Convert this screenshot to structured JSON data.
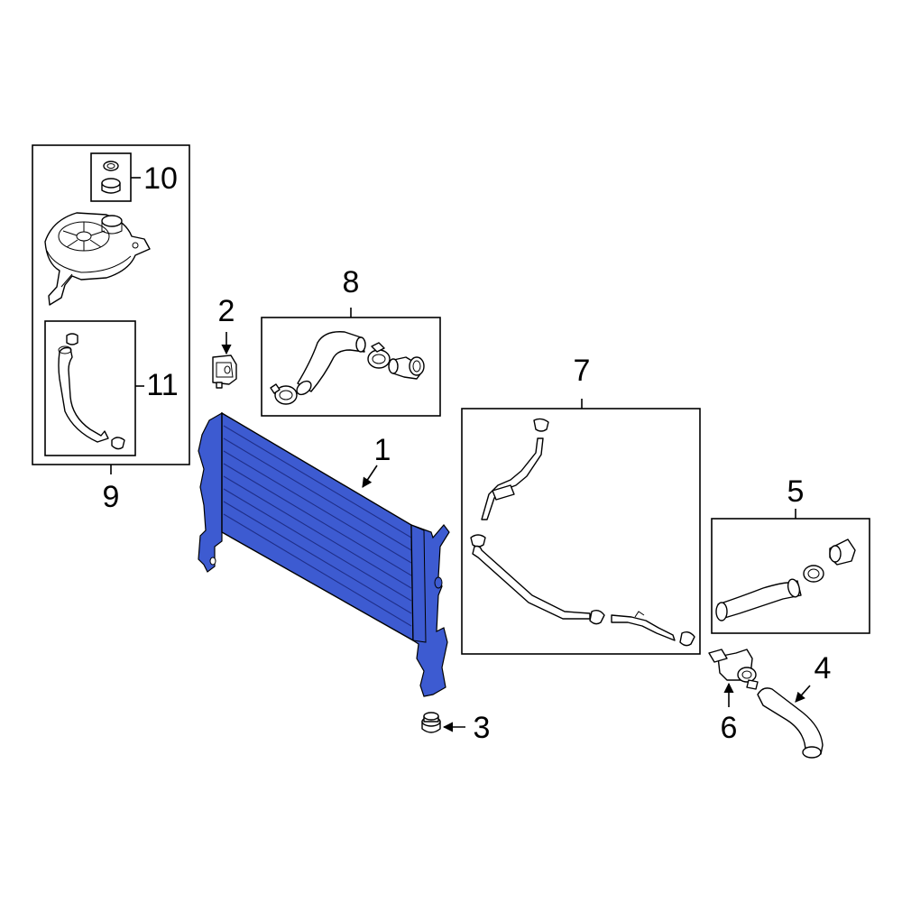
{
  "colors": {
    "highlight": "#3d5bd1",
    "highlight_dark": "#1f2f8a",
    "line": "#000000",
    "background": "#ffffff"
  },
  "callouts": {
    "p1": "1",
    "p2": "2",
    "p3": "3",
    "p4": "4",
    "p5": "5",
    "p6": "6",
    "p7": "7",
    "p8": "8",
    "p9": "9",
    "p10": "10",
    "p11": "11"
  }
}
